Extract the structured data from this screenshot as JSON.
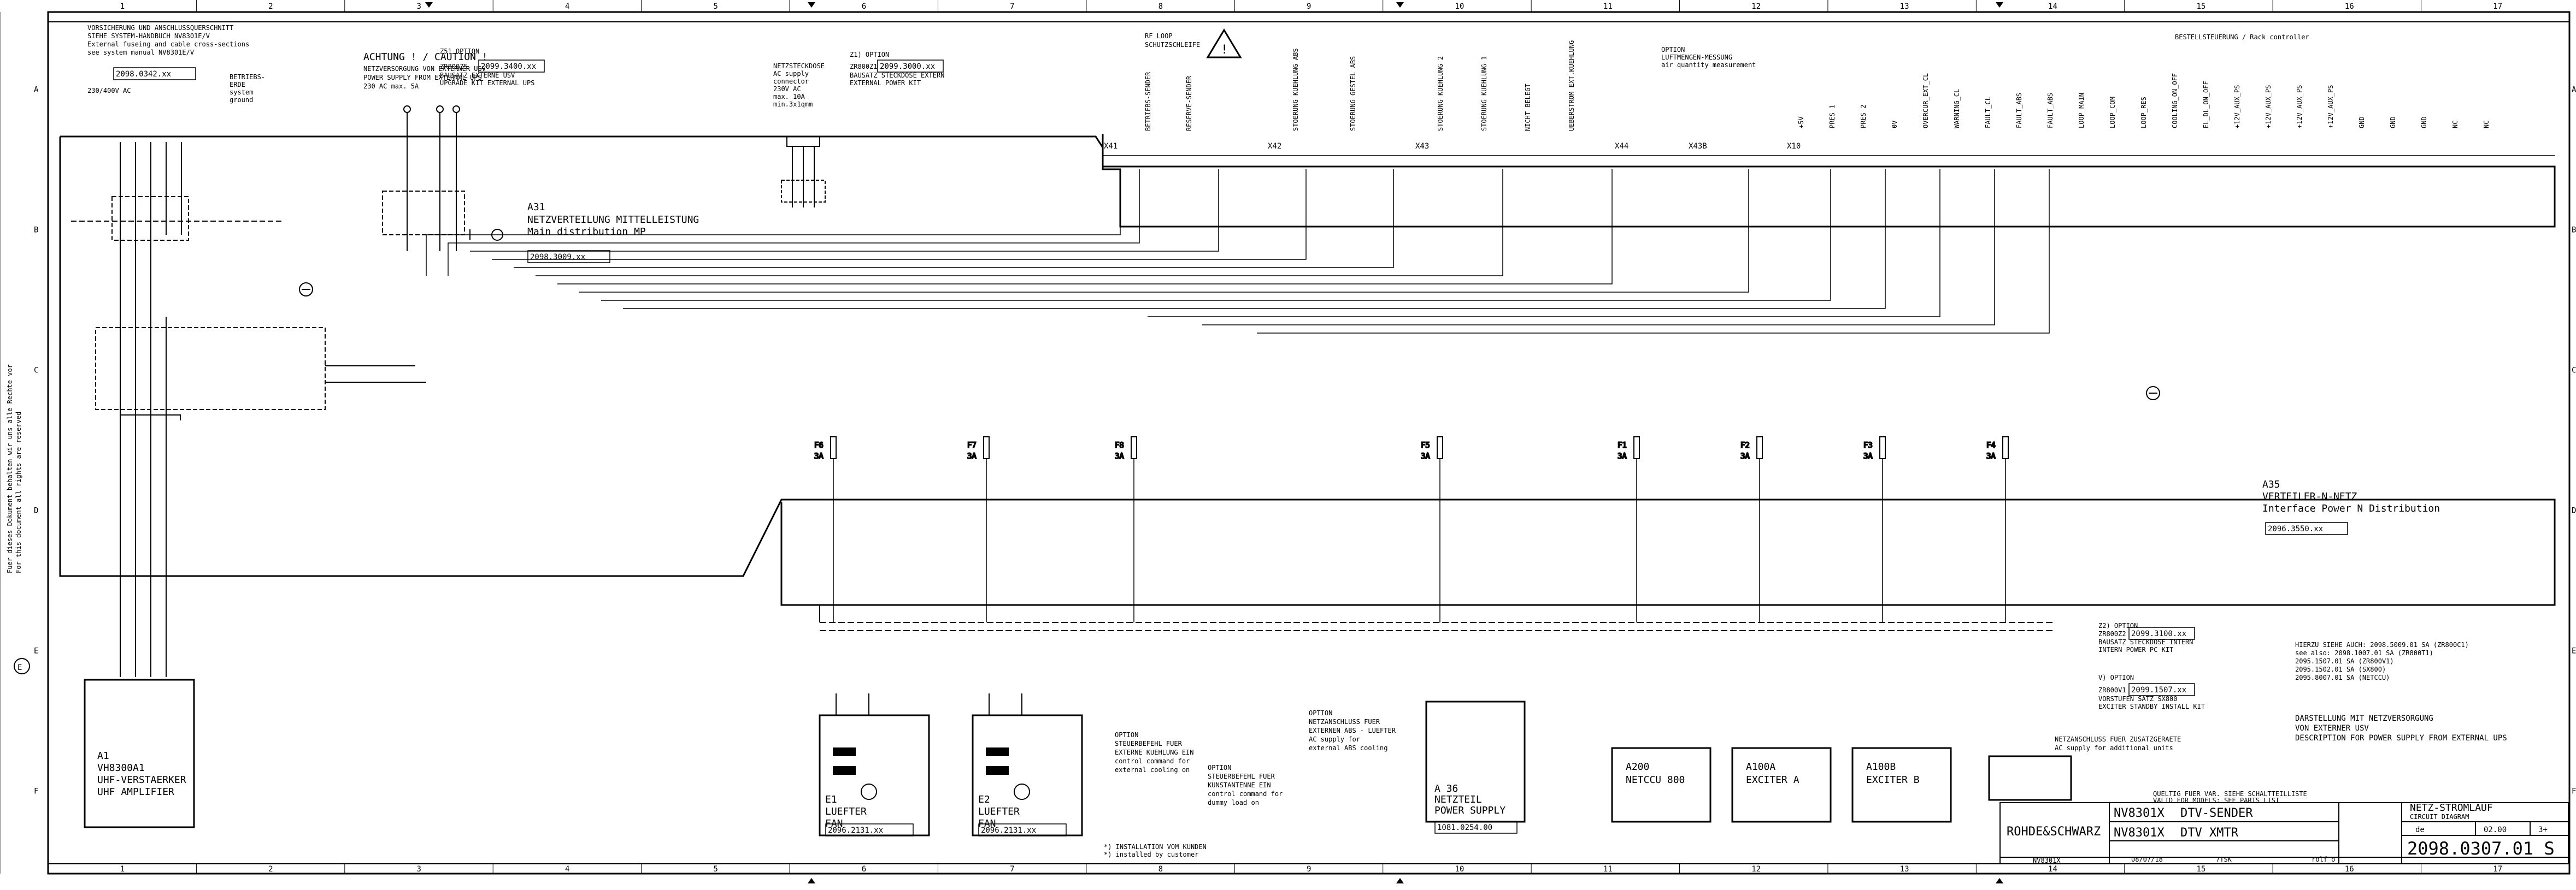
{
  "frame": {
    "columns": [
      "1",
      "2",
      "3",
      "4",
      "5",
      "6",
      "7",
      "8",
      "9",
      "10",
      "11",
      "12",
      "13",
      "14",
      "15",
      "16",
      "17"
    ],
    "rows": [
      "A",
      "B",
      "C",
      "D",
      "E",
      "F"
    ]
  },
  "notes": {
    "fusing": [
      "VORSICHERUNG UND ANSCHLUSSQUERSCHNITT",
      "SIEHE SYSTEM-HANDBUCH NV8301E/V",
      "External fuseing and cable cross-sections",
      "see system manual NV8301E/V"
    ],
    "fusing_code": "2098.0342.xx",
    "fusing_voltage": "230/400V AC",
    "earth": [
      "BETRIEBS-",
      "ERDE",
      "system",
      "ground"
    ],
    "caution_title": "ACHTUNG ! / CAUTION !",
    "caution": [
      "NETZVERSORGUNG VON EXTERNER USV",
      "POWER SUPPLY FROM EXTERNAL UPS",
      "230 AC max. 5A"
    ],
    "ups_option": [
      "Z51 OPTION",
      "ZR800Z5",
      "BAUSATZ EXTERNE USV",
      "UPGRADE KIT EXTERNAL UPS"
    ],
    "ups_code": "2099.3400.xx",
    "socket": [
      "NETZSTECKDOSE",
      "AC supply",
      "connector",
      "230V AC",
      "max. 10A",
      "min.3x1qmm"
    ],
    "socket_option": [
      "Z1) OPTION",
      "ZR800Z1",
      "BAUSATZ STECKDOSE EXTERN",
      "EXTERNAL POWER KIT"
    ],
    "socket_code": "2099.3000.xx",
    "rf_loop": [
      "RF LOOP",
      "SCHUTZSCHLEIFE"
    ],
    "airflow": [
      "OPTION",
      "LUFTMENGEN-MESSUNG",
      "air quantity measurement"
    ],
    "rack": "BESTELLSTEUERUNG / Rack controller",
    "a31": [
      "A31",
      "NETZVERTEILUNG MITTELLEISTUNG",
      "Main distribution MP"
    ],
    "a31_code": "2098.3009.xx",
    "a35": [
      "A35",
      "VERTEILER-N-NETZ",
      "Interface Power N Distribution"
    ],
    "a35_code": "2096.3550.xx",
    "a1": [
      "A1",
      "VH8300A1",
      "UHF-VERSTAERKER",
      "UHF AMPLIFIER"
    ],
    "e1": [
      "E1",
      "LUEFTER",
      "FAN"
    ],
    "e1_code": "2096.2131.xx",
    "e2": [
      "E2",
      "LUEFTER",
      "FAN"
    ],
    "e2_code": "2096.2131.xx",
    "a36": [
      "A 36",
      "NETZTEIL",
      "POWER SUPPLY"
    ],
    "a36_code": "1081.0254.00",
    "a200": [
      "A200",
      "NETCCU 800"
    ],
    "a100a": [
      "A100A",
      "EXCITER A"
    ],
    "a100b": [
      "A100B",
      "EXCITER B"
    ],
    "opt_cooling": [
      "OPTION",
      "STEUERBEFEHL FUER",
      "EXTERNE KUEHLUNG EIN",
      "control command for",
      "external cooling on"
    ],
    "opt_dummy": [
      "OPTION",
      "STEUERBEFEHL FUER",
      "KUNSTANTENNE EIN",
      "control command for",
      "dummy load on"
    ],
    "opt_abs": [
      "OPTION",
      "NETZANSCHLUSS FUER",
      "EXTERNEN ABS - LUEFTER",
      "AC supply for",
      "external ABS cooling"
    ],
    "install": [
      "*) INSTALLATION VOM KUNDEN",
      "*) installed by customer"
    ],
    "zusatz": [
      "NETZANSCHLUSS FUER ZUSATZGERAETE",
      "AC supply for additional units"
    ],
    "z2": [
      "Z2) OPTION",
      "ZR800Z2",
      "BAUSATZ STECKDOSE INTERN",
      "INTERN POWER PC KIT"
    ],
    "z2_code": "2099.3100.xx",
    "v": [
      "V) OPTION",
      "ZR800V1",
      "VORSTUFEN SATZ SX800",
      "EXCITER STANDBY INSTALL KIT"
    ],
    "v_code": "2099.1507.xx",
    "hierzu": [
      "HIERZU SIEHE AUCH: 2098.5009.01 SA (ZR800C1)",
      "see also: 2098.1007.01 SA (ZR800T1)",
      "2095.1507.01 SA (ZR800V1)",
      "2095.1502.01 SA (SX800)",
      "2095.8007.01 SA (NETCCU)"
    ],
    "darst": [
      "DARSTELLUNG MIT NETZVERSORGUNG",
      "VON EXTERNER USV",
      "DESCRIPTION FOR POWER SUPPLY FROM EXTERNAL UPS"
    ],
    "valid": [
      "QUELTIG FUER VAR. SIEHE SCHALTTEILLISTE",
      "VALID FOR MODELS: SEE PARTS LIST"
    ],
    "side": [
      "Fuer dieses Dokument behalten wir uns alle Rechte vor",
      "For this document all rights are reserved"
    ]
  },
  "titleblock": {
    "company": "ROHDE&SCHWARZ",
    "model1": "NV8301X",
    "name1": "DTV-SENDER",
    "model2": "NV8301X",
    "name2": "DTV XMTR",
    "foot_model": "NV8301X",
    "sheet_title": [
      "NETZ-STROMLAUF",
      "CIRCUIT DIAGRAM"
    ],
    "lang": "de",
    "version": "02.00",
    "sheet": "3+",
    "doc_number": "2098.0307.01 S",
    "date": "08/07/18",
    "dept": "7TSK",
    "author": "rolf_o"
  },
  "connectors_top": [
    "X41",
    "X42",
    "X43",
    "X44",
    "X43B",
    "X10"
  ],
  "top_labels": [
    "BETRIEBS-SENDER",
    "RESERVE-SENDER",
    "STOERUNG KUEHLUNG ABS",
    "STOERUNG GESTEL ABS",
    "STOERUNG KUEHLUNG 2",
    "STOERUNG KUEHLUNG 1",
    "NICHT BELEGT",
    "UEBERSTROM EXT.KUEHLUNG"
  ],
  "rack_signals": [
    "+5V",
    "PRES 1",
    "PRES 2",
    "0V",
    "OVERCUR_EXT_CL",
    "WARNING_CL",
    "FAULT_CL",
    "FAULT_ABS",
    "FAULT_ABS",
    "LOOP_MAIN",
    "LOOP_COM",
    "LOOP_RES",
    "COOLING_ON_OFF",
    "EL_DL_ON_OFF",
    "+12V_AUX_PS",
    "+12V_AUX_PS",
    "+12V_AUX_PS",
    "+12V_AUX_PS",
    "GND",
    "GND",
    "GND",
    "NC",
    "NC"
  ],
  "fuses": [
    "F6 3A",
    "F7 3A",
    "F8 3A",
    "F5 3A",
    "F1 3A",
    "F2 3A",
    "F3 3A",
    "F4 3A"
  ]
}
